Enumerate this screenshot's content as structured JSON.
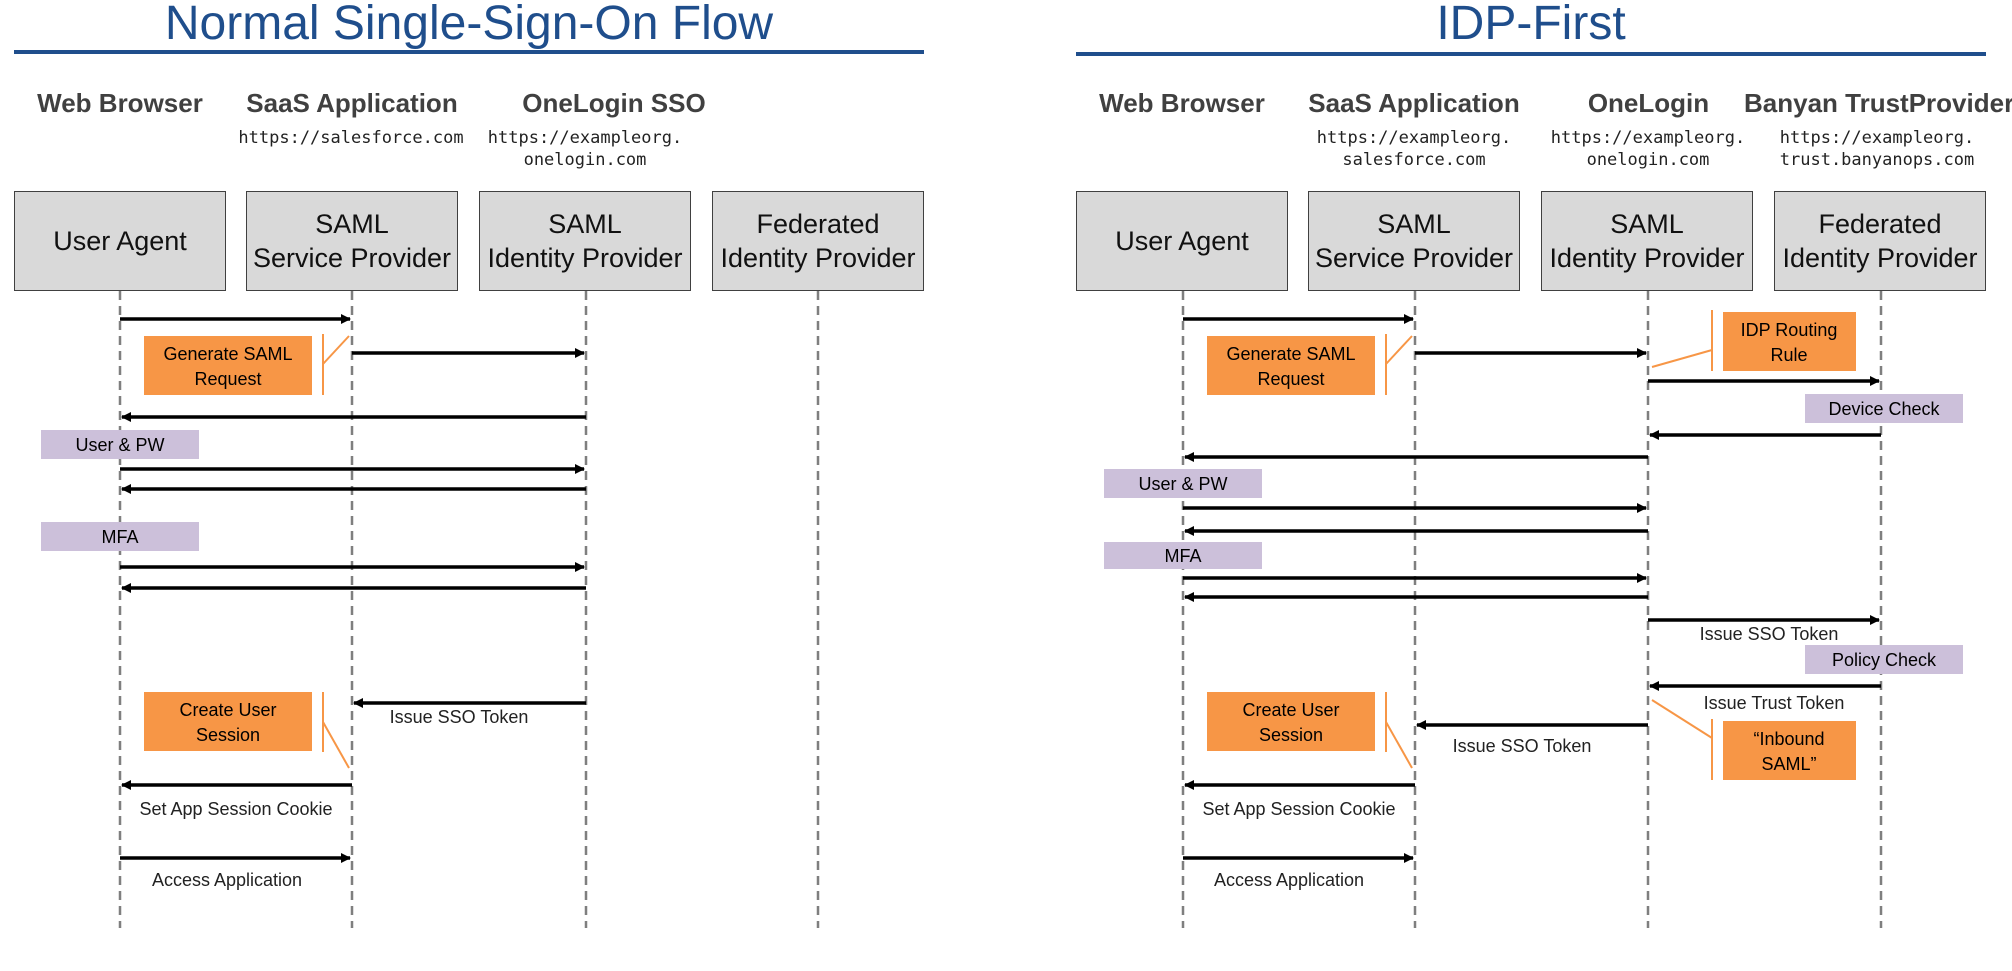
{
  "colors": {
    "title": "#1f4e8c",
    "actor_fill": "#d9d9d9",
    "note_orange": "#f79646",
    "note_purple": "#ccc0da",
    "lifeline": "#7f7f7f",
    "arrow": "#000000"
  },
  "left": {
    "title": "Normal Single-Sign-On Flow",
    "columns": [
      {
        "header": "Web Browser",
        "url": "",
        "box": "User Agent"
      },
      {
        "header": "SaaS Application",
        "url": "https://salesforce.com",
        "box": "SAML\nService Provider"
      },
      {
        "header": "OneLogin SSO",
        "url": "https://exampleorg.\nonelogin.com",
        "box": "SAML\nIdentity Provider"
      },
      {
        "header": "",
        "url": "",
        "box": "Federated\nIdentity Provider"
      }
    ],
    "notes": [
      {
        "text": "Generate SAML Request",
        "style": "orange"
      },
      {
        "text": "User & PW",
        "style": "purple"
      },
      {
        "text": "MFA",
        "style": "purple"
      },
      {
        "text": "Create User Session",
        "style": "orange"
      }
    ],
    "labels": {
      "issue_sso_token": "Issue SSO Token",
      "set_cookie": "Set App Session Cookie",
      "access_app": "Access Application"
    }
  },
  "right": {
    "title": "IDP-First",
    "columns": [
      {
        "header": "Web Browser",
        "url": "",
        "box": "User Agent"
      },
      {
        "header": "SaaS Application",
        "url": "https://exampleorg.\nsalesforce.com",
        "box": "SAML\nService Provider"
      },
      {
        "header": "OneLogin",
        "url": "https://exampleorg.\nonelogin.com",
        "box": "SAML\nIdentity Provider"
      },
      {
        "header": "Banyan TrustProvider",
        "url": "https://exampleorg.\ntrust.banyanops.com",
        "box": "Federated\nIdentity Provider"
      }
    ],
    "notes": [
      {
        "text": "Generate SAML Request",
        "style": "orange"
      },
      {
        "text": "IDP Routing Rule",
        "style": "orange"
      },
      {
        "text": "Device Check",
        "style": "purple"
      },
      {
        "text": "User & PW",
        "style": "purple"
      },
      {
        "text": "MFA",
        "style": "purple"
      },
      {
        "text": "Policy Check",
        "style": "purple"
      },
      {
        "text": "Create User Session",
        "style": "orange"
      },
      {
        "text": "“Inbound SAML”",
        "style": "orange"
      }
    ],
    "labels": {
      "issue_sso_token_1": "Issue SSO Token",
      "issue_trust_token": "Issue Trust Token",
      "issue_sso_token_2": "Issue SSO Token",
      "set_cookie": "Set App Session Cookie",
      "access_app": "Access Application"
    }
  }
}
